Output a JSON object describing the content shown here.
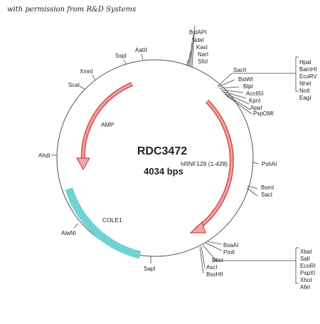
{
  "credit": "with permission from R&D Systems",
  "plasmid": {
    "name": "RDC3472",
    "size": "4034 bps"
  },
  "features": [
    {
      "label": "AMP",
      "color": "#e26a6a"
    },
    {
      "label": "hRNF128 (1-428)",
      "color": "#e26a6a"
    },
    {
      "label": "COLE1",
      "color": "#6fd3d3"
    }
  ],
  "sites": {
    "top_cluster": [
      "BstAPI",
      "NdeI",
      "KasI",
      "NarI",
      "SfoI"
    ],
    "aatii": "AatII",
    "sspi": "SspI",
    "xmni": "XmnI",
    "scai": "ScaI",
    "ahdi": "AhdI",
    "alwni": "AlwNI",
    "sapi": "SapI",
    "right_cluster": [
      "SacII",
      "BsiWI",
      "BlpI",
      "Acc65I",
      "KpnI",
      "ApaI",
      "PspOMI"
    ],
    "right_list": [
      "HpaI",
      "BamHI",
      "EcoRV",
      "NheI",
      "NotI",
      "EagI"
    ],
    "pshai": "PshAI",
    "bsmi_saci": [
      "BsmI",
      "SacI"
    ],
    "lower_cluster": [
      "BsaAI",
      "PmlI",
      "BbsI",
      "AscI",
      "BssHII"
    ],
    "lower_list": [
      "XbaI",
      "SalI",
      "EcoRI",
      "PspXI",
      "XhoI",
      "AfeI"
    ]
  }
}
